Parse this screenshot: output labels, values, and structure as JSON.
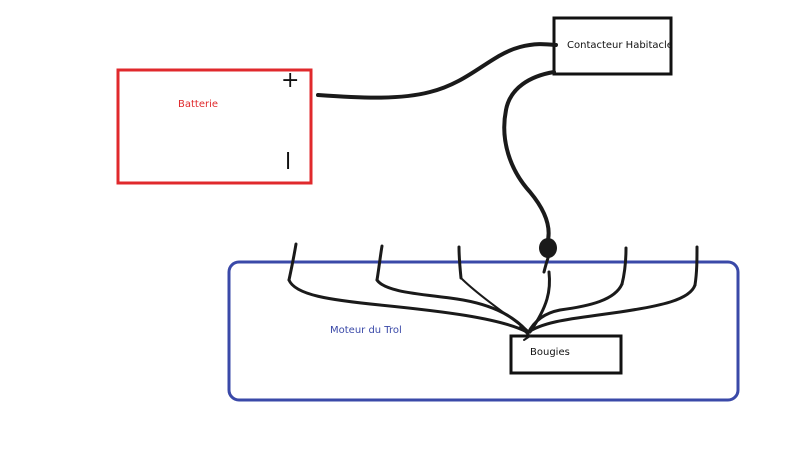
{
  "diagram": {
    "batterie": {
      "label": "Batterie",
      "plus": "+",
      "minus": "l",
      "color": "#e0292c"
    },
    "contacteur": {
      "label": "Contacteur Habitacle",
      "color": "#111111"
    },
    "moteur": {
      "label": "Moteur du Trol",
      "color": "#3a49a8"
    },
    "bougies": {
      "label": "Bougies",
      "color": "#111111"
    },
    "wire_color": "#1a1a1a"
  }
}
